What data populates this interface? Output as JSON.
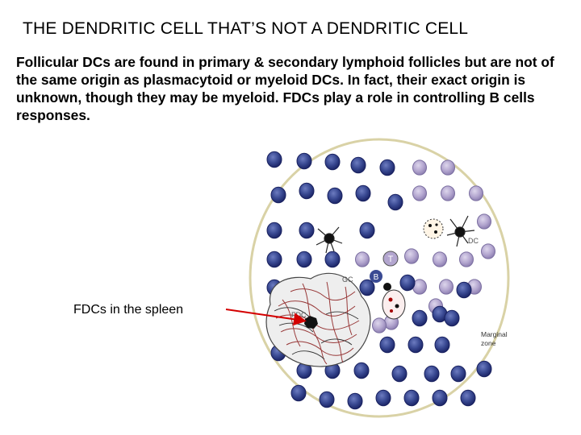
{
  "slide": {
    "title": "THE DENDRITIC CELL THAT’S NOT A DENDRITIC CELL",
    "body": "Follicular DCs are found in primary & secondary lymphoid follicles but are not of the same origin as plasmacytoid or myeloid DCs.  In fact, their exact origin is unknown, though they may be myeloid. FDCs play a role in controlling B cells responses."
  },
  "diagram": {
    "callout": "FDCs in the spleen",
    "labels": {
      "t_cell": "T",
      "b_cell": "B",
      "gc": "GC",
      "fdc": "FDC",
      "dc": "DC",
      "marginal_zone": "Marginal zone"
    },
    "colors": {
      "b_cell": "#3a4a93",
      "t_cell": "#b3a6cf",
      "arrow": "#d40000",
      "follicle_border": "#d9d2a6"
    }
  }
}
